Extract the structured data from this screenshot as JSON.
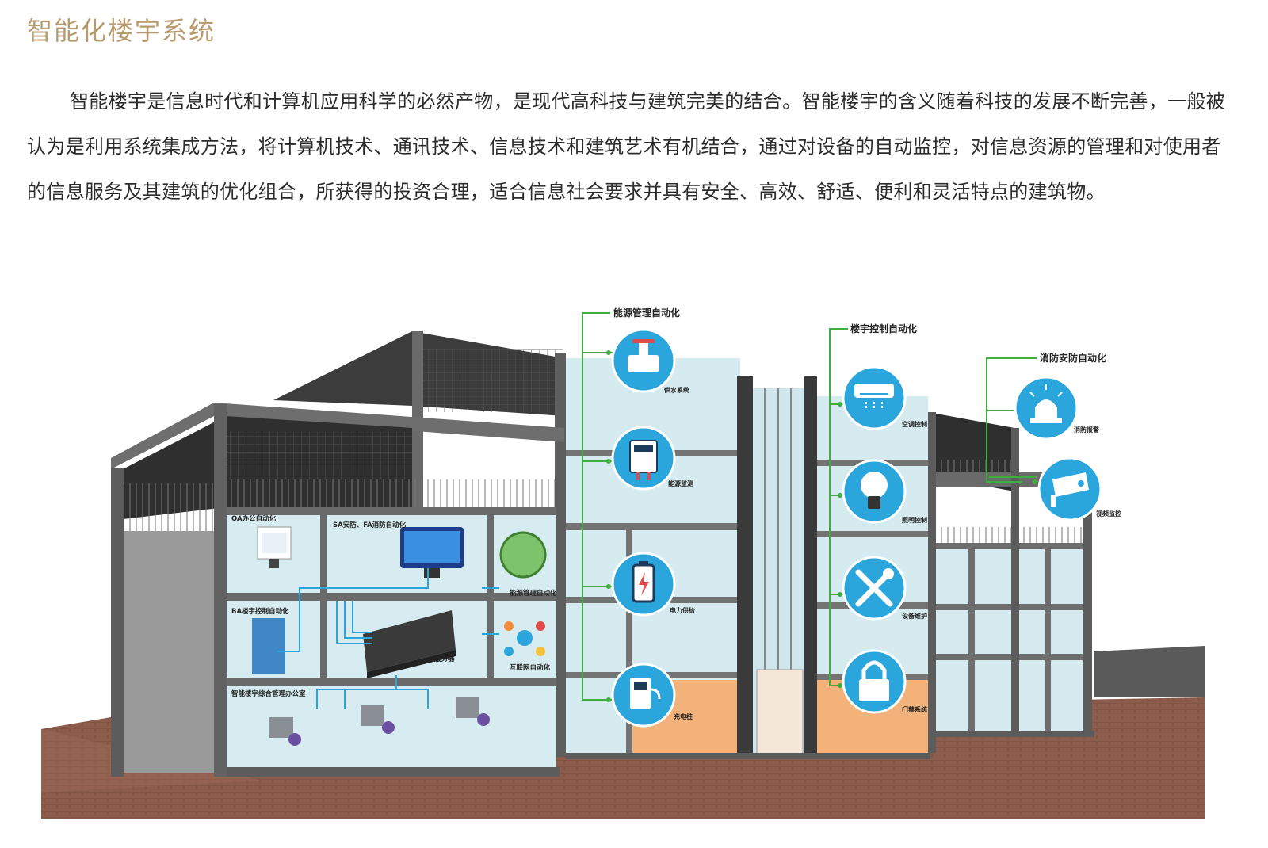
{
  "title": "智能化楼宇系统",
  "intro": "智能楼宇是信息时代和计算机应用科学的必然产物，是现代高科技与建筑完美的结合。智能楼宇的含义随着科技的发展不断完善，一般被认为是利用系统集成方法，将计算机技术、通讯技术、信息技术和建筑艺术有机结合，通过对设备的自动监控，对信息资源的管理和对使用者的信息服务及其建筑的优化组合，所获得的投资合理，适合信息社会要求并具有安全、高效、舒适、便利和灵活特点的建筑物。",
  "groups": {
    "energy": "能源管理自动化",
    "building": "楼宇控制自动化",
    "fire": "消防安防自动化"
  },
  "nodes": {
    "water": {
      "label": "供水系统",
      "icon": "water-valve-icon"
    },
    "meter": {
      "label": "能源监测",
      "icon": "energy-meter-icon"
    },
    "power": {
      "label": "电力供给",
      "icon": "battery-icon"
    },
    "charge": {
      "label": "充电桩",
      "icon": "charging-pile-icon"
    },
    "ac": {
      "label": "空调控制",
      "icon": "air-conditioner-icon"
    },
    "light": {
      "label": "照明控制",
      "icon": "light-bulb-icon"
    },
    "repair": {
      "label": "设备维护",
      "icon": "wrench-screwdriver-icon"
    },
    "door": {
      "label": "门禁系统",
      "icon": "padlock-icon"
    },
    "alarm": {
      "label": "消防报警",
      "icon": "alarm-light-icon"
    },
    "cctv": {
      "label": "视频监控",
      "icon": "cctv-camera-icon"
    }
  },
  "rooms": {
    "oa": "OA办公自动化",
    "sa": "SA安防、FA消防自动化",
    "em": "能源管理自动化",
    "ba": "BA楼宇控制自动化",
    "server": "服务器",
    "net": "互联网自动化",
    "office": "智能楼宇综合管理办公室"
  },
  "colors": {
    "title": "#b89a6c",
    "node_blue": "#2aa6dc",
    "line_green": "#3fae3f",
    "glass": "#d6ecf0",
    "frame": "#6e6e6e",
    "ground": "#8c5a4a",
    "orange": "#f2b27a"
  }
}
